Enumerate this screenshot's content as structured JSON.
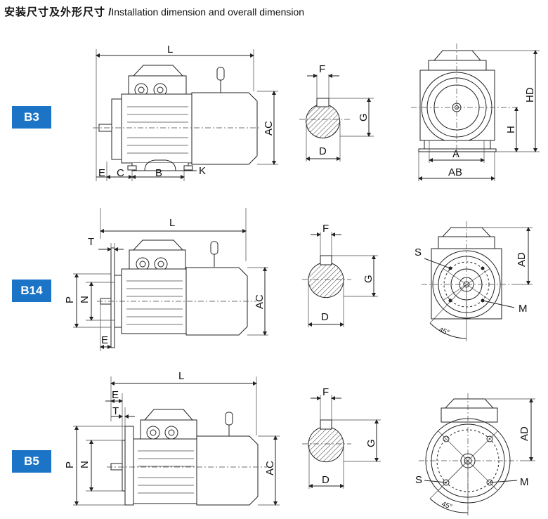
{
  "header": {
    "title_cn": "安装尺寸及外形尺寸",
    "separator": "/",
    "title_en": "Installation dimension and overall dimension"
  },
  "rows": [
    {
      "badge": "B3",
      "side_labels": {
        "L": "L",
        "AC": "AC",
        "E": "E",
        "C": "C",
        "B": "B",
        "K": "K"
      },
      "shaft_labels": {
        "F": "F",
        "G": "G",
        "D": "D"
      },
      "end_labels": {
        "HD": "HD",
        "H": "H",
        "A": "A",
        "AB": "AB"
      }
    },
    {
      "badge": "B14",
      "side_labels": {
        "L": "L",
        "T": "T",
        "P": "P",
        "N": "N",
        "AC": "AC",
        "E": "E"
      },
      "shaft_labels": {
        "F": "F",
        "G": "G",
        "D": "D"
      },
      "end_labels": {
        "S": "S",
        "AD": "AD",
        "M": "M",
        "angle": "45°"
      }
    },
    {
      "badge": "B5",
      "side_labels": {
        "L": "L",
        "E": "E",
        "T": "T",
        "P": "P",
        "N": "N",
        "AC": "AC"
      },
      "shaft_labels": {
        "F": "F",
        "G": "G",
        "D": "D"
      },
      "end_labels": {
        "AD": "AD",
        "S": "S",
        "M": "M",
        "angle": "45°"
      }
    }
  ],
  "colors": {
    "badge_bg": "#1b74c6",
    "badge_text": "#ffffff",
    "line": "#222222"
  }
}
